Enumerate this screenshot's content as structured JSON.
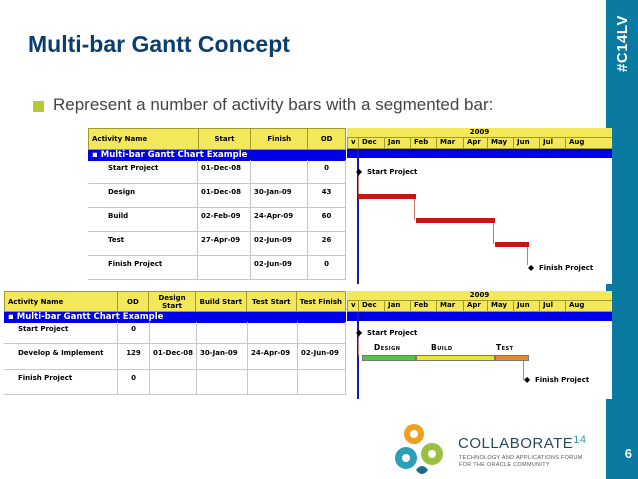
{
  "slide": {
    "title": "Multi-bar Gantt Concept",
    "bullet": "Represent a number of activity bars with a segmented bar:",
    "hashtag": "#C14LV",
    "page_number": "6"
  },
  "gantt1": {
    "headers": [
      "Activity Name",
      "Start",
      "Finish",
      "OD"
    ],
    "group": "Multi-bar Gantt Chart Example",
    "rows": [
      {
        "name": "Start Project",
        "start": "01-Dec-08",
        "finish": "",
        "od": "0"
      },
      {
        "name": "Design",
        "start": "01-Dec-08",
        "finish": "30-Jan-09",
        "od": "43"
      },
      {
        "name": "Build",
        "start": "02-Feb-09",
        "finish": "24-Apr-09",
        "od": "60"
      },
      {
        "name": "Test",
        "start": "27-Apr-09",
        "finish": "02-Jun-09",
        "od": "26"
      },
      {
        "name": "Finish Project",
        "start": "",
        "finish": "02-Jun-09",
        "od": "0"
      }
    ],
    "year": "2009",
    "months": [
      "v",
      "Dec",
      "Jan",
      "Feb",
      "Mar",
      "Apr",
      "May",
      "Jun",
      "Jul",
      "Aug"
    ],
    "milestones": {
      "start": "Start Project",
      "finish": "Finish Project"
    }
  },
  "gantt2": {
    "headers": [
      "Activity Name",
      "OD",
      "Design Start",
      "Build Start",
      "Test Start",
      "Test Finish"
    ],
    "group": "Multi-bar Gantt Chart Example",
    "rows": [
      {
        "name": "Start Project",
        "od": "0",
        "design_start": "",
        "build_start": "",
        "test_start": "",
        "test_finish": ""
      },
      {
        "name": "Develop & Implement",
        "od": "129",
        "design_start": "01-Dec-08",
        "build_start": "30-Jan-09",
        "test_start": "24-Apr-09",
        "test_finish": "02-Jun-09"
      },
      {
        "name": "Finish Project",
        "od": "0",
        "design_start": "",
        "build_start": "",
        "test_start": "",
        "test_finish": ""
      }
    ],
    "year": "2009",
    "months": [
      "v",
      "Dec",
      "Jan",
      "Feb",
      "Mar",
      "Apr",
      "May",
      "Jun",
      "Jul",
      "Aug"
    ],
    "segments": [
      {
        "label": "Design",
        "color": "#4cc83c"
      },
      {
        "label": "Build",
        "color": "#f0e628"
      },
      {
        "label": "Test",
        "color": "#e88a28"
      }
    ],
    "milestones": {
      "start": "Start Project",
      "finish": "Finish Project"
    }
  },
  "footer": {
    "brand": "COLLABORATE",
    "brand_num": "14",
    "tagline1": "TECHNOLOGY AND APPLICATIONS FORUM",
    "tagline2": "FOR THE ORACLE COMMUNITY"
  },
  "colors": {
    "brand_bar": "#0a7aa0",
    "title": "#0b3d6e",
    "bullet": "#b5c933",
    "gantt_header": "#f2e85a",
    "gantt_group": "#0000e8",
    "bar": "#c81414"
  }
}
